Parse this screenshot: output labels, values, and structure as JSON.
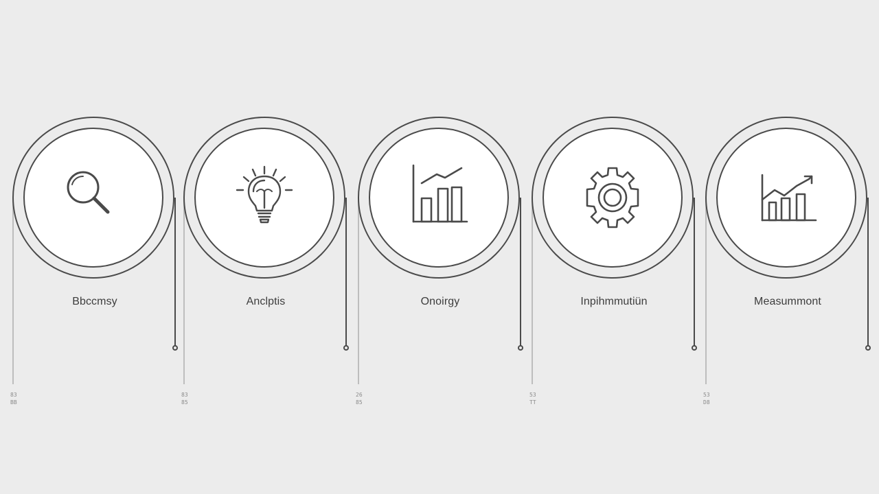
{
  "steps": [
    {
      "label": "Bbccmsy",
      "icon": "magnifying-glass-icon",
      "footer_top": "83",
      "footer_bottom": "BB"
    },
    {
      "label": "Anclptis",
      "icon": "lightbulb-icon",
      "footer_top": "83",
      "footer_bottom": "85"
    },
    {
      "label": "Onoirgy",
      "icon": "bar-chart-trend-icon",
      "footer_top": "26",
      "footer_bottom": "85"
    },
    {
      "label": "Inpihmmutiün",
      "icon": "gear-icon",
      "footer_top": "53",
      "footer_bottom": "TT"
    },
    {
      "label": "Measummont",
      "icon": "bar-chart-arrow-icon",
      "footer_top": "53",
      "footer_bottom": "D8"
    }
  ],
  "colors": {
    "background": "#ececec",
    "stroke": "#4a4a4a",
    "circle_fill": "#ffffff",
    "muted_line": "#bdbdbd"
  }
}
